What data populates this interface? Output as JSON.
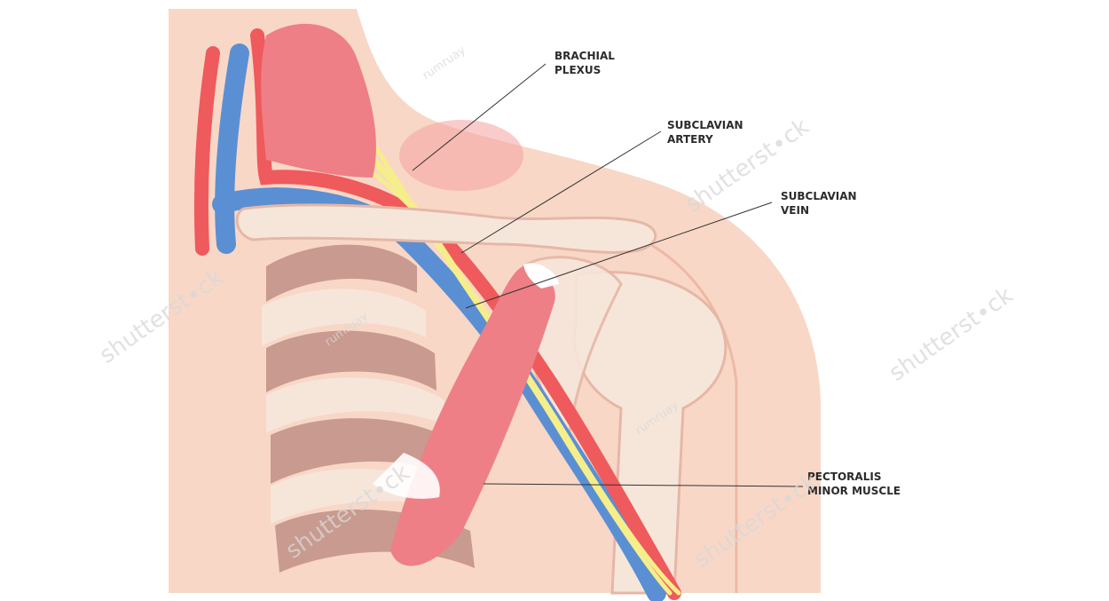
{
  "labels": {
    "brachial_plexus": {
      "line1": "BRACHIAL",
      "line2": "PLEXUS"
    },
    "subclavian_artery": {
      "line1": "SUBCLAVIAN",
      "line2": "ARTERY"
    },
    "subclavian_vein": {
      "line1": "SUBCLAVIAN",
      "line2": "VEIN"
    },
    "pectoralis_minor": {
      "line1": "PECTORALIS",
      "line2": "MINOR MUSCLE"
    }
  },
  "watermarks": {
    "brand": "shutterst∙ck",
    "author": "rumruay"
  },
  "colors": {
    "skin": "#f8d7c7",
    "skin_dark": "#f2c4b0",
    "artery": "#ef5a5c",
    "vein": "#5b8fd3",
    "nerve": "#f6ee8a",
    "muscle": "#ee7f86",
    "bone": "#f6e6da",
    "rib_dark": "#c99a8f",
    "tendon": "#ffffff"
  }
}
